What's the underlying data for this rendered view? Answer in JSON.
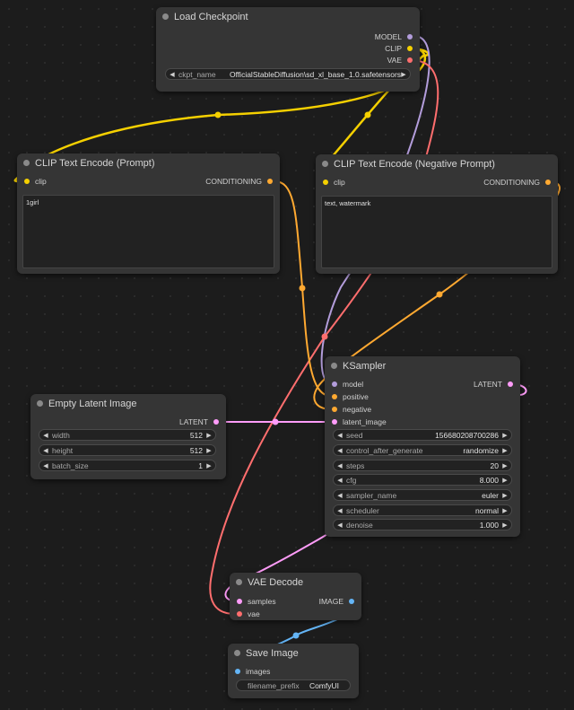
{
  "colors": {
    "model": "#b39ddb",
    "clip": "#f5d000",
    "vae": "#ff6e6e",
    "conditioning": "#ffa931",
    "latent": "#ff9cf9",
    "image": "#64b5f6"
  },
  "load_checkpoint": {
    "title": "Load Checkpoint",
    "outputs": [
      "MODEL",
      "CLIP",
      "VAE"
    ],
    "ckpt_label": "ckpt_name",
    "ckpt_value": "OfficialStableDiffusion\\sd_xl_base_1.0.safetensors"
  },
  "clip_pos": {
    "title": "CLIP Text Encode (Prompt)",
    "input": "clip",
    "output": "CONDITIONING",
    "text": "1girl"
  },
  "clip_neg": {
    "title": "CLIP Text Encode (Negative Prompt)",
    "input": "clip",
    "output": "CONDITIONING",
    "text": "text, watermark"
  },
  "ksampler": {
    "title": "KSampler",
    "inputs": [
      "model",
      "positive",
      "negative",
      "latent_image"
    ],
    "output": "LATENT",
    "widgets": [
      {
        "label": "seed",
        "value": "156680208700286"
      },
      {
        "label": "control_after_generate",
        "value": "randomize"
      },
      {
        "label": "steps",
        "value": "20"
      },
      {
        "label": "cfg",
        "value": "8.000"
      },
      {
        "label": "sampler_name",
        "value": "euler"
      },
      {
        "label": "scheduler",
        "value": "normal"
      },
      {
        "label": "denoise",
        "value": "1.000"
      }
    ]
  },
  "empty_latent": {
    "title": "Empty Latent Image",
    "output": "LATENT",
    "widgets": [
      {
        "label": "width",
        "value": "512"
      },
      {
        "label": "height",
        "value": "512"
      },
      {
        "label": "batch_size",
        "value": "1"
      }
    ]
  },
  "vae_decode": {
    "title": "VAE Decode",
    "inputs": [
      "samples",
      "vae"
    ],
    "output": "IMAGE"
  },
  "save_image": {
    "title": "Save Image",
    "input": "images",
    "prefix_label": "filename_prefix",
    "prefix_value": "ComfyUI"
  }
}
